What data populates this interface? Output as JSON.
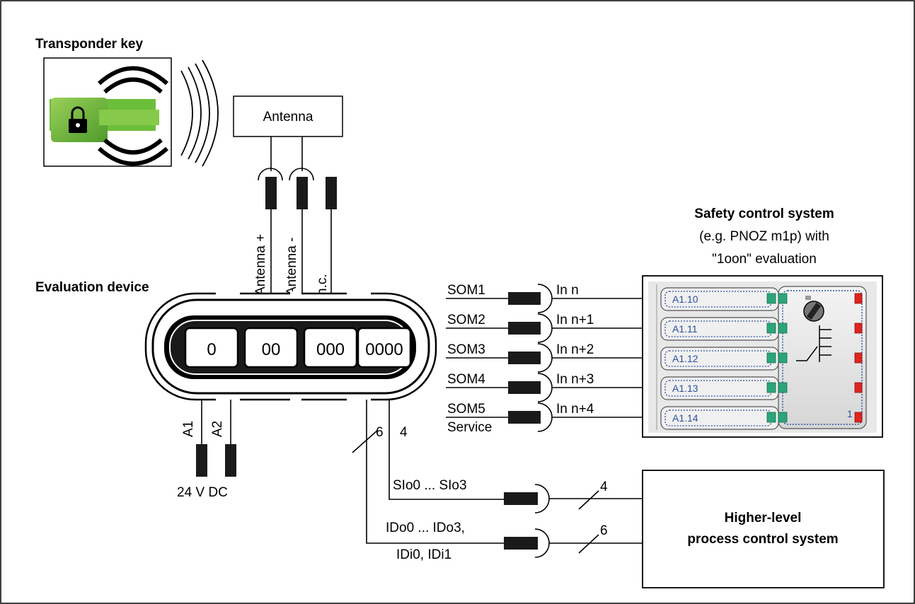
{
  "transponder": {
    "label": "Transponder key"
  },
  "antenna": {
    "label": "Antenna"
  },
  "evaluation": {
    "label": "Evaluation device",
    "buttons": [
      "0",
      "00",
      "000",
      "0000"
    ],
    "top_pins": [
      "Antenna +",
      "Antenna -",
      "n.c."
    ],
    "power_pins": [
      "A1",
      "A2"
    ],
    "power_label": "24 V DC",
    "bus_counts": [
      "6",
      "4"
    ]
  },
  "outputs": {
    "som": [
      "SOM1",
      "SOM2",
      "SOM3",
      "SOM4",
      "SOM5"
    ],
    "service": "Service",
    "inputs": [
      "In n",
      "In n+1",
      "In n+2",
      "In n+3",
      "In n+4"
    ]
  },
  "safety": {
    "title": "Safety control system",
    "line2": "(e.g. PNOZ m1p) with",
    "line3": "\"1oon\" evaluation",
    "modules": [
      "A1.10",
      "A1.11",
      "A1.12",
      "A1.13",
      "A1.14"
    ],
    "corner_num": "1"
  },
  "sio": {
    "label": "SIo0 ... SIo3",
    "count": "4"
  },
  "ido": {
    "line1": "IDo0 ... IDo3,",
    "line2": "IDi0, IDi1",
    "count": "6"
  },
  "higher": {
    "line1": "Higher-level",
    "line2": "process control system"
  },
  "colors": {
    "connector_green": "#2aa57a",
    "connector_red": "#e0241e",
    "key_green": "#7cc043",
    "module_text": "#2c4f9e"
  }
}
